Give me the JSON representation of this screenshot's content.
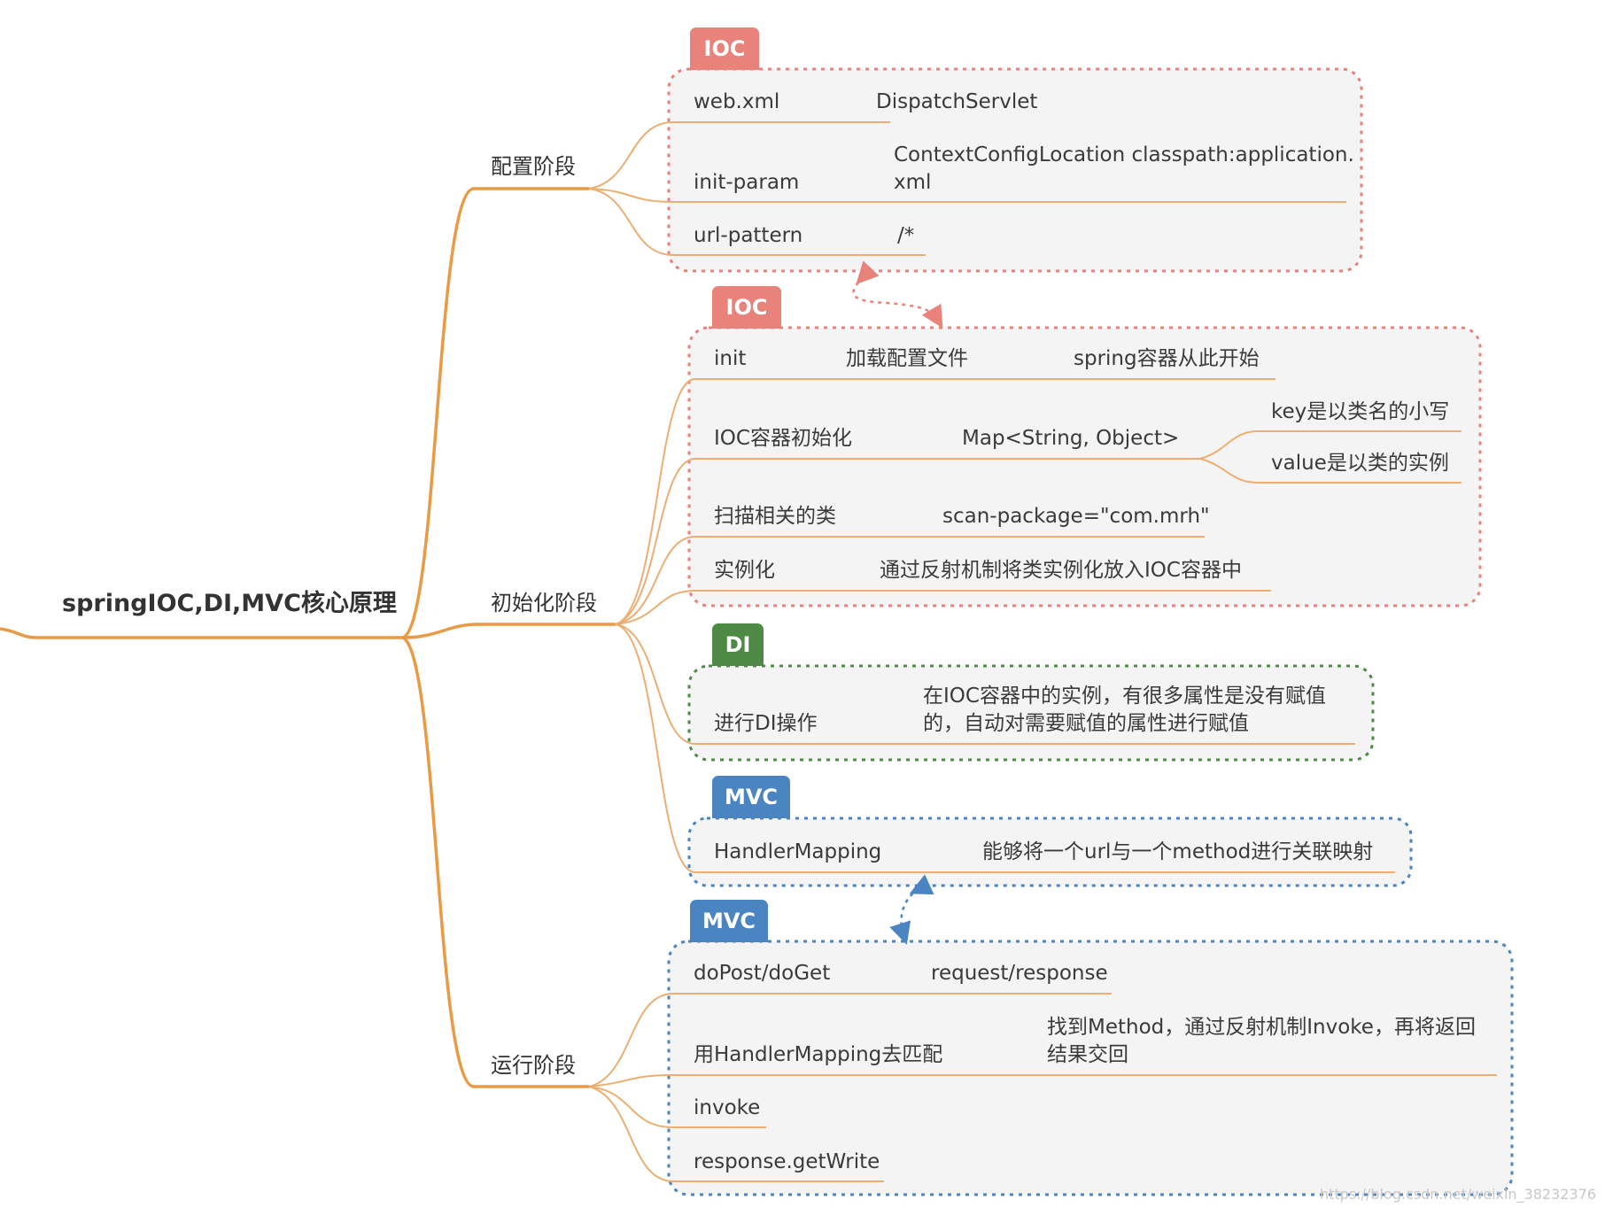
{
  "root": "springIOC,DI,MVC核心原理",
  "stages": {
    "config": "配置阶段",
    "init": "初始化阶段",
    "run": "运行阶段"
  },
  "groups": {
    "ioc1": {
      "tag": "IOC",
      "color": "#e8827a"
    },
    "ioc2": {
      "tag": "IOC",
      "color": "#e8827a"
    },
    "di": {
      "tag": "DI",
      "color": "#4e8a45"
    },
    "mvc1": {
      "tag": "MVC",
      "color": "#4a85c2"
    },
    "mvc2": {
      "tag": "MVC",
      "color": "#4a85c2"
    }
  },
  "config_items": {
    "webxml": "web.xml",
    "dispatch": "DispatchServlet",
    "initparam": "init-param",
    "ctx1": "ContextConfigLocation classpath:application.",
    "ctx2": "xml",
    "urlpattern": "url-pattern",
    "slash": "/*"
  },
  "init_items": {
    "init": "init",
    "load": "加载配置文件",
    "spring": "spring容器从此开始",
    "iocinit": "IOC容器初始化",
    "map": "Map<String, Object>",
    "key": "key是以类名的小写",
    "value": "value是以类的实例",
    "scan": "扫描相关的类",
    "scanpkg": "scan-package=\"com.mrh\"",
    "inst": "实例化",
    "instdesc": "通过反射机制将类实例化放入IOC容器中",
    "di": "进行DI操作",
    "didesc1": "在IOC容器中的实例，有很多属性是没有赋值",
    "didesc2": "的，自动对需要赋值的属性进行赋值",
    "hm": "HandlerMapping",
    "hmdesc": "能够将一个url与一个method进行关联映射"
  },
  "run_items": {
    "dopost": "doPost/doGet",
    "reqres": "request/response",
    "usehm": "用HandlerMapping去匹配",
    "find1": "找到Method，通过反射机制Invoke，再将返回",
    "find2": "结果交回",
    "invoke": "invoke",
    "getwrite": "response.getWrite"
  },
  "watermark": "https://blog.csdn.net/weixin_38232376",
  "colors": {
    "branch": "#e99a45",
    "leaf": "#ecae72"
  }
}
